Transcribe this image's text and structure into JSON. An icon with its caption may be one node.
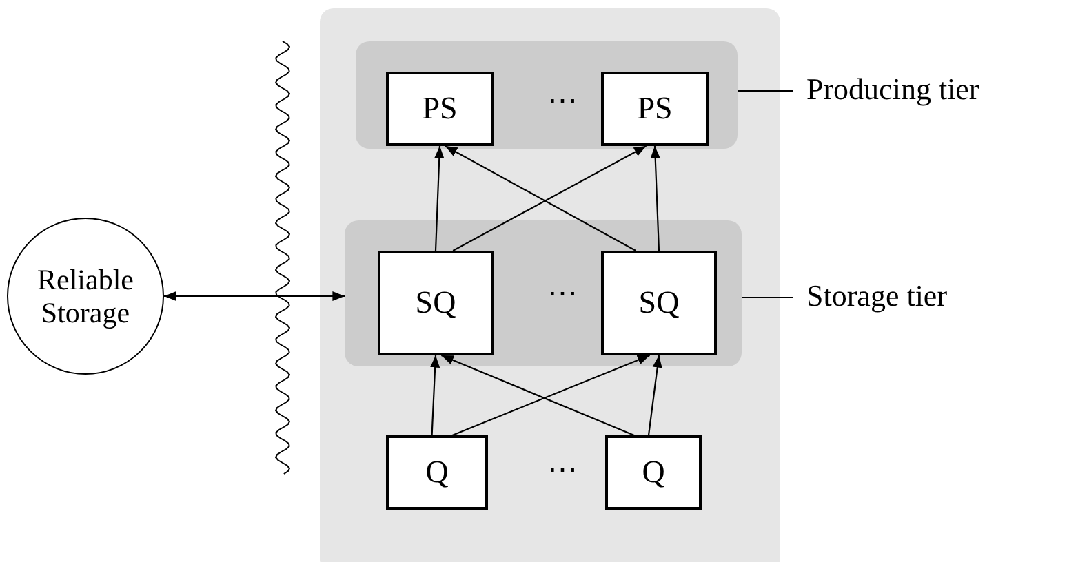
{
  "diagram": {
    "nodes": [
      {
        "text": [],
        "shape": "box"
      },
      {
        "text": [],
        "shape": "box",
        "in": 0
      },
      {
        "text": [
          "PS"
        ],
        "in": 1
      },
      {
        "text": [
          "PS"
        ],
        "in": 1
      },
      {
        "text": [],
        "shape": "box",
        "in": 0
      },
      {
        "text": [
          "SQ"
        ],
        "in": 4
      },
      {
        "text": [
          "SQ"
        ],
        "in": 4
      },
      {
        "text": [
          "Q"
        ],
        "in": 0
      },
      {
        "text": [
          "Q"
        ],
        "in": 0
      },
      {
        "text": [
          "Reliable Storage"
        ]
      },
      {
        "text": [
          "Producing tier"
        ]
      },
      {
        "text": [
          "Storage tier"
        ]
      }
    ],
    "edges": [
      {
        "from": 5,
        "to": 2,
        "arrow": "to"
      },
      {
        "from": 5,
        "to": 3,
        "arrow": "to"
      },
      {
        "from": 6,
        "to": 2,
        "arrow": "to"
      },
      {
        "from": 6,
        "to": 3,
        "arrow": "to"
      },
      {
        "from": 7,
        "to": 5,
        "arrow": "to"
      },
      {
        "from": 7,
        "to": 6,
        "arrow": "to"
      },
      {
        "from": 8,
        "to": 5,
        "arrow": "to"
      },
      {
        "from": 8,
        "to": 6,
        "arrow": "to"
      },
      {
        "from": 9,
        "to": 4,
        "arrow": "both"
      },
      {
        "from": 10,
        "to": 1,
        "arrow": "none"
      },
      {
        "from": 11,
        "to": 4,
        "arrow": "none"
      }
    ],
    "labels": [
      "⋯",
      "⋯",
      "⋯"
    ]
  }
}
